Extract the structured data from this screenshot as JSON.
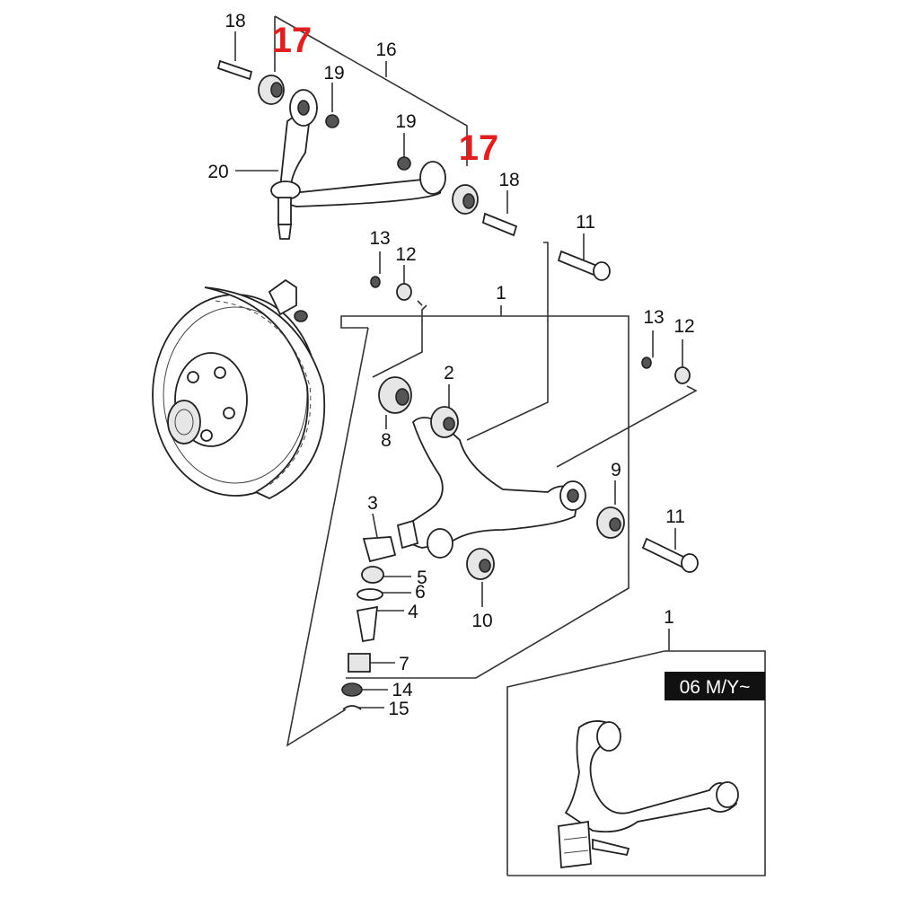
{
  "diagram": {
    "badge": "06 M/Y~",
    "highlight_color": "#e02020",
    "callouts": [
      {
        "id": "c18a",
        "text": "18"
      },
      {
        "id": "c17a",
        "text": "17",
        "highlight": true
      },
      {
        "id": "c16",
        "text": "16"
      },
      {
        "id": "c19a",
        "text": "19"
      },
      {
        "id": "c19b",
        "text": "19"
      },
      {
        "id": "c17b",
        "text": "17",
        "highlight": true
      },
      {
        "id": "c18b",
        "text": "18"
      },
      {
        "id": "c20",
        "text": "20"
      },
      {
        "id": "c11a",
        "text": "11"
      },
      {
        "id": "c13a",
        "text": "13"
      },
      {
        "id": "c12a",
        "text": "12"
      },
      {
        "id": "c1a",
        "text": "1"
      },
      {
        "id": "c13b",
        "text": "13"
      },
      {
        "id": "c12b",
        "text": "12"
      },
      {
        "id": "c2",
        "text": "2"
      },
      {
        "id": "c8",
        "text": "8"
      },
      {
        "id": "c9",
        "text": "9"
      },
      {
        "id": "c3",
        "text": "3"
      },
      {
        "id": "c11b",
        "text": "11"
      },
      {
        "id": "c5",
        "text": "5"
      },
      {
        "id": "c6",
        "text": "6"
      },
      {
        "id": "c4",
        "text": "4"
      },
      {
        "id": "c10",
        "text": "10"
      },
      {
        "id": "c7",
        "text": "7"
      },
      {
        "id": "c14",
        "text": "14"
      },
      {
        "id": "c15",
        "text": "15"
      },
      {
        "id": "c1b",
        "text": "1"
      }
    ]
  }
}
